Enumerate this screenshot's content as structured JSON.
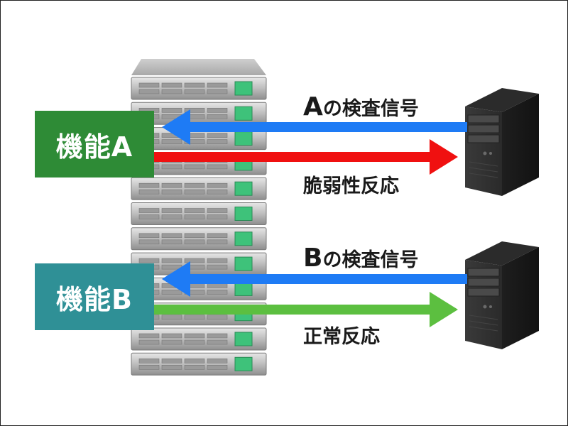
{
  "features": {
    "a_label": "機能A",
    "b_label": "機能B"
  },
  "arrows": {
    "probe_a_prefix": "A",
    "probe_a_suffix": "の検査信号",
    "response_a": "脆弱性反応",
    "probe_b_prefix": "B",
    "probe_b_suffix": "の検査信号",
    "response_b": "正常反応"
  },
  "colors": {
    "feature_a": "#2e8b36",
    "feature_b": "#2f9096",
    "probe_arrow": "#1e7bf5",
    "vulnerable_arrow": "#f01010",
    "normal_arrow": "#5cbf40",
    "rack_led": "#3ec27a"
  },
  "icons": {
    "server_rack": "server-rack-icon",
    "client_tower": "tower-pc-icon"
  }
}
